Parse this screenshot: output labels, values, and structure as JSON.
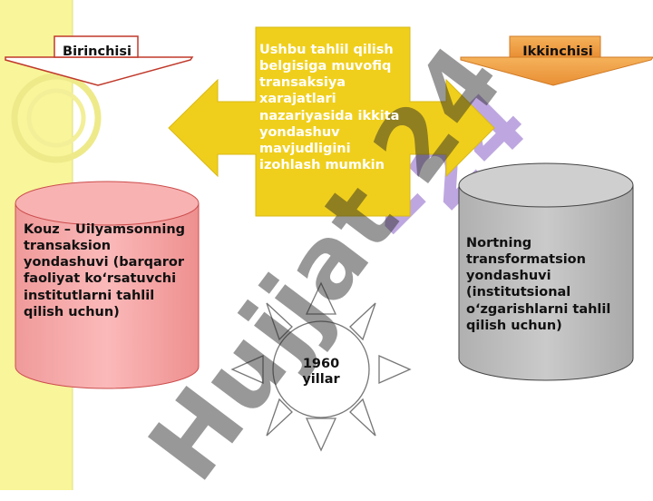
{
  "labels": {
    "first": "Birinchisi",
    "second": "Ikkinchisi"
  },
  "center": {
    "text": "Ushbu tahlil qilish belgisiga muvofiq transaksiya xarajatlari nazariyasida ikkita yondashuv mavjudligini izohlash mumkin"
  },
  "left_cylinder": {
    "text": "Kouz – Uilyamsonning transaksion yondashuvi (barqaror faoliyat ko‘rsatuvchi institutlarni tahlil qilish uchun)"
  },
  "right_cylinder": {
    "text": "Nortning transformatsion yondashuvi (institutsional o‘zgarishlarni tahlil qilish uchun)"
  },
  "sun": {
    "line1": "1960",
    "line2": "yillar"
  },
  "watermark": {
    "text": "Hujjat 24"
  },
  "colors": {
    "side_band": "#f8f59a",
    "yellow_arrow": "#f0cf1c",
    "pink_cylinder": "#f5a3a3",
    "gray_cylinder": "#bcbcbc",
    "orange_arrow": "#f0a045",
    "purple_watermark": "#a98ad6"
  }
}
